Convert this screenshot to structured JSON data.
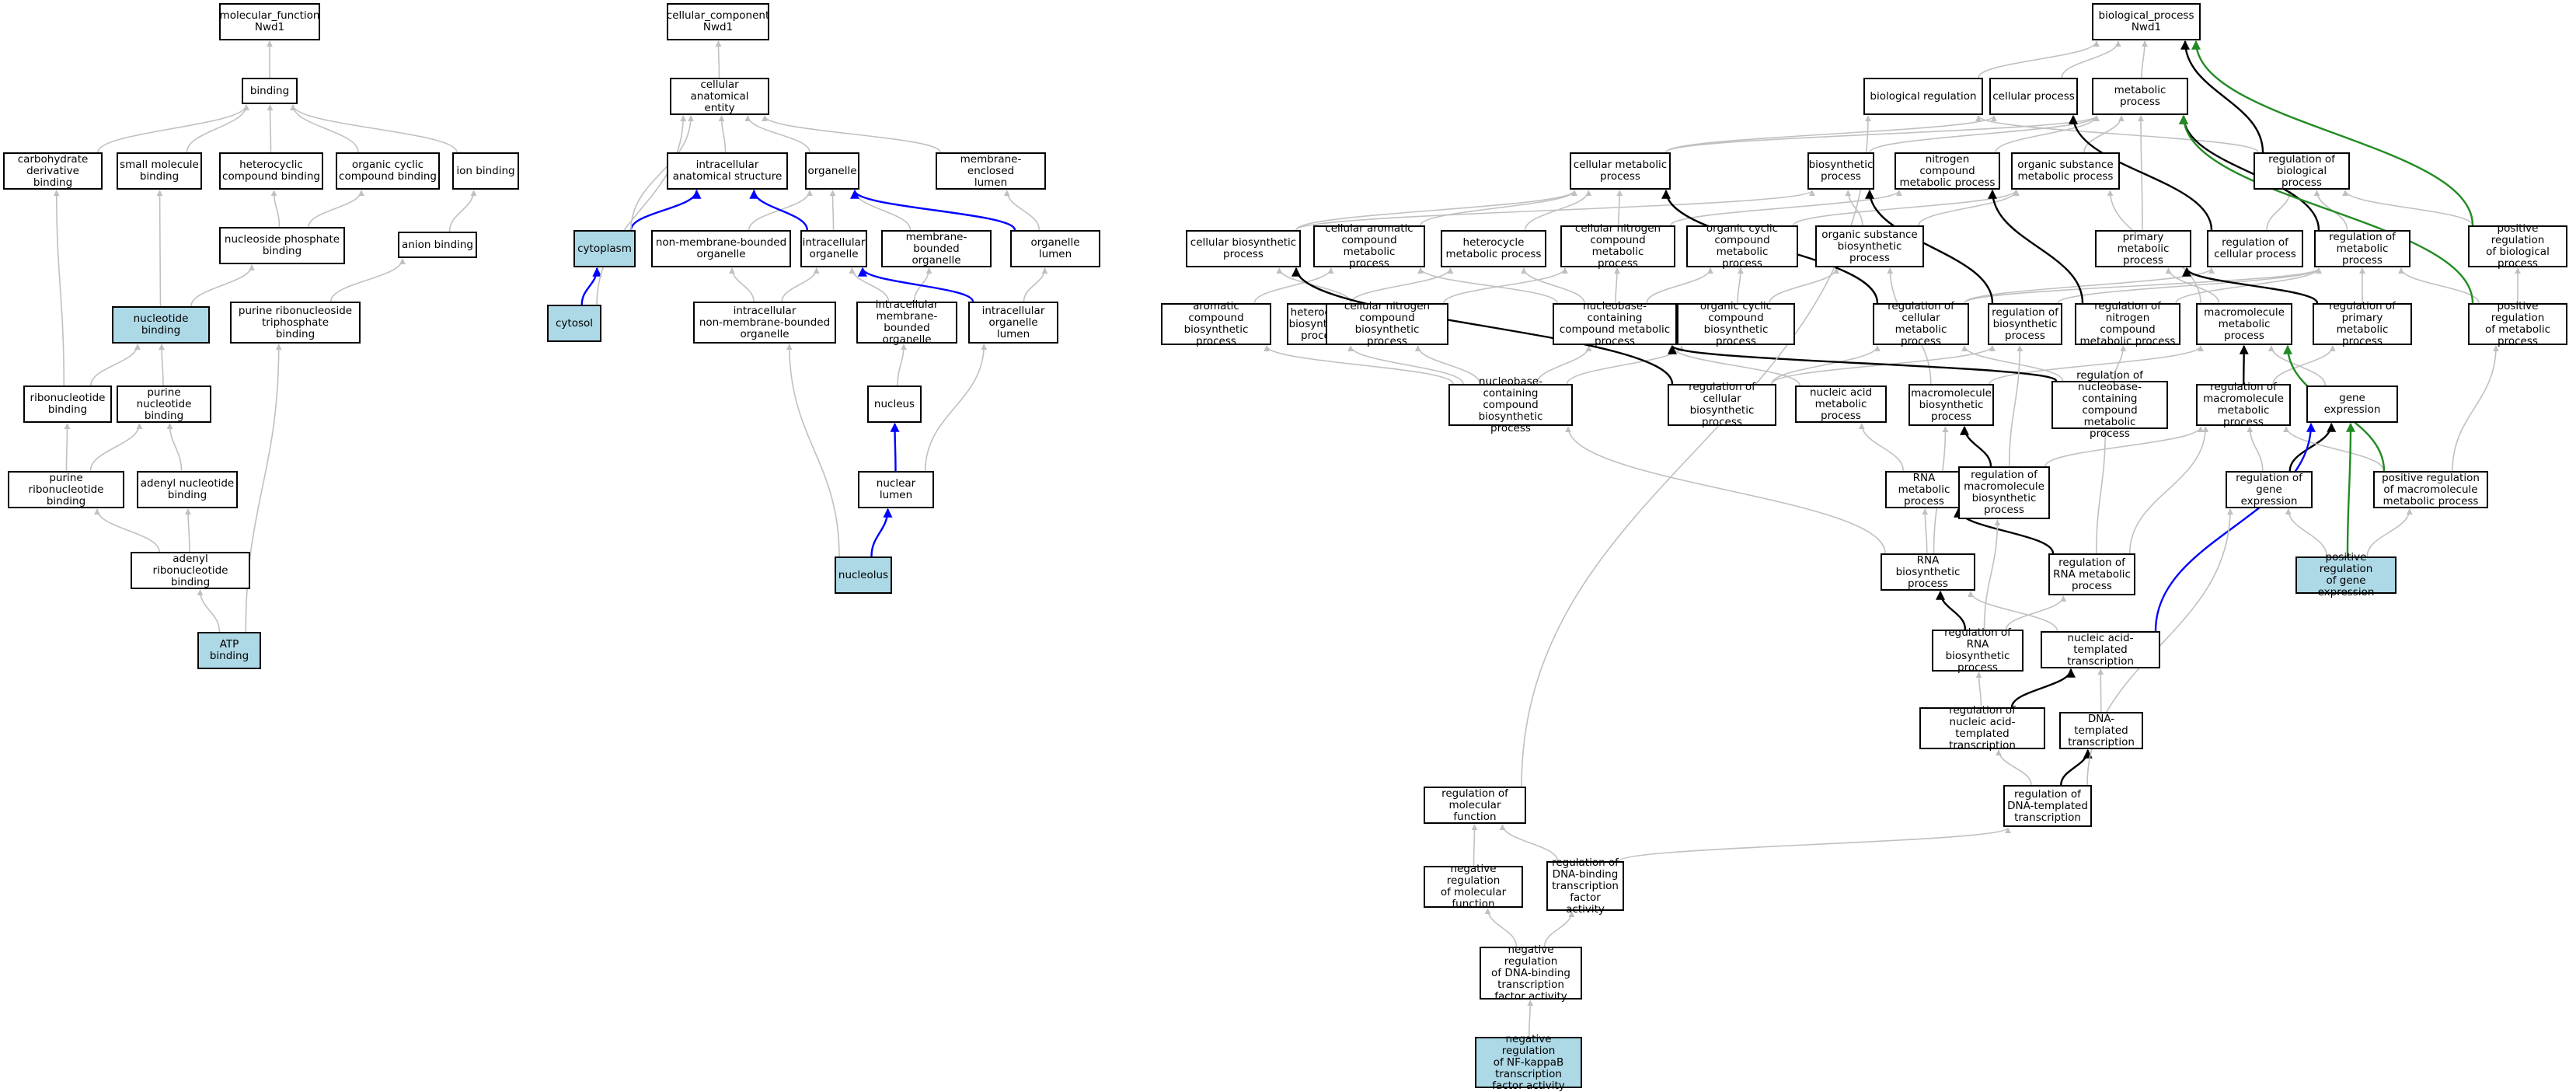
{
  "colors": {
    "gray": "#c0c0c0",
    "black": "#000000",
    "blue": "#0000ff",
    "green": "#228b22",
    "highlight": "#add8e6"
  },
  "nodes": {
    "mf_root": "molecular_function\nNwd1",
    "binding": "binding",
    "carb_deriv": "carbohydrate\nderivative binding",
    "small_mol": "small molecule\nbinding",
    "hetero_bind": "heterocyclic\ncompound binding",
    "org_cyc_bind": "organic cyclic\ncompound binding",
    "ion_bind": "ion binding",
    "nucphos_bind": "nucleoside phosphate\nbinding",
    "anion_bind": "anion binding",
    "nuc_bind": "nucleotide binding",
    "purine_ribonucleoside_tp": "purine ribonucleoside\ntriphosphate\nbinding",
    "ribonuc_bind": "ribonucleotide\nbinding",
    "purine_nuc_bind": "purine nucleotide\nbinding",
    "purine_ribonuc_bind": "purine ribonucleotide\nbinding",
    "adenyl_nuc_bind": "adenyl nucleotide\nbinding",
    "adenyl_ribonuc_bind": "adenyl ribonucleotide\nbinding",
    "atp_bind": "ATP binding",
    "cc_root": "cellular_component\nNwd1",
    "cell_anat": "cellular anatomical\nentity",
    "ic_anat": "intracellular\nanatomical structure",
    "organelle": "organelle",
    "mem_lumen": "membrane-enclosed\nlumen",
    "cytoplasm": "cytoplasm",
    "nonmem_org": "non-membrane-bounded\norganelle",
    "ic_org": "intracellular\norganelle",
    "mem_org": "membrane-bounded\norganelle",
    "org_lumen": "organelle lumen",
    "cytosol": "cytosol",
    "ic_nonmem_org": "intracellular\nnon-membrane-bounded\norganelle",
    "ic_mem_org": "intracellular\nmembrane-bounded\norganelle",
    "ic_org_lumen": "intracellular\norganelle lumen",
    "nucleus": "nucleus",
    "nuc_lumen": "nuclear lumen",
    "nucleolus": "nucleolus",
    "bp_root": "biological_process\nNwd1",
    "bio_reg": "biological regulation",
    "cell_proc": "cellular process",
    "met_proc": "metabolic process",
    "cell_met": "cellular metabolic\nprocess",
    "biosyn": "biosynthetic\nprocess",
    "n_met": "nitrogen compound\nmetabolic process",
    "org_sub_met": "organic substance\nmetabolic process",
    "reg_bio": "regulation of\nbiological process",
    "cell_biosyn": "cellular biosynthetic\nprocess",
    "cell_arom_met": "cellular aromatic\ncompound metabolic\nprocess",
    "het_met": "heterocycle\nmetabolic process",
    "cell_n_met": "cellular nitrogen\ncompound metabolic\nprocess",
    "org_cyc_met": "organic cyclic\ncompound metabolic\nprocess",
    "org_sub_biosyn": "organic substance\nbiosynthetic\nprocess",
    "prim_met": "primary metabolic\nprocess",
    "reg_cell": "regulation of\ncellular process",
    "reg_met": "regulation of\nmetabolic process",
    "pos_reg_bio": "positive regulation\nof biological\nprocess",
    "arom_biosyn": "aromatic compound\nbiosynthetic\nprocess",
    "het_biosyn": "heterocycle\nbiosynthetic\nprocess",
    "cell_n_biosyn": "cellular nitrogen\ncompound biosynthetic\nprocess",
    "nb_met": "nucleobase-containing\ncompound metabolic\nprocess",
    "org_cyc_biosyn": "organic cyclic\ncompound biosynthetic\nprocess",
    "reg_cell_met": "regulation of\ncellular metabolic\nprocess",
    "reg_biosyn": "regulation of\nbiosynthetic\nprocess",
    "reg_n_met": "regulation of\nnitrogen compound\nmetabolic process",
    "macro_met": "macromolecule\nmetabolic process",
    "reg_prim_met": "regulation of\nprimary metabolic\nprocess",
    "pos_reg_met": "positive regulation\nof metabolic\nprocess",
    "nb_biosyn": "nucleobase-containing\ncompound biosynthetic\nprocess",
    "reg_cell_biosyn": "regulation of\ncellular biosynthetic\nprocess",
    "na_met": "nucleic acid\nmetabolic process",
    "macro_biosyn": "macromolecule\nbiosynthetic\nprocess",
    "reg_nb_met": "regulation of\nnucleobase-containing\ncompound metabolic\nprocess",
    "reg_macro_met": "regulation of\nmacromolecule\nmetabolic process",
    "gene_expr": "gene expression",
    "rna_met": "RNA metabolic\nprocess",
    "reg_macro_biosyn": "regulation of\nmacromolecule\nbiosynthetic\nprocess",
    "reg_gene_expr": "regulation of\ngene expression",
    "pos_reg_macro_met": "positive regulation\nof macromolecule\nmetabolic process",
    "rna_biosyn": "RNA biosynthetic\nprocess",
    "reg_rna_met": "regulation of\nRNA metabolic\nprocess",
    "pos_reg_gene_expr": "positive regulation\nof gene expression",
    "reg_rna_biosyn": "regulation of\nRNA biosynthetic\nprocess",
    "na_transcr": "nucleic acid-templated\ntranscription",
    "reg_na_transcr": "regulation of\nnucleic acid-templated\ntranscription",
    "dna_transcr": "DNA-templated\ntranscription",
    "reg_mf": "regulation of\nmolecular function",
    "reg_dna_transcr": "regulation of\nDNA-templated\ntranscription",
    "neg_reg_mf": "negative regulation\nof molecular\nfunction",
    "reg_dbtf": "regulation of\nDNA-binding\ntranscription\nfactor activity",
    "neg_reg_dbtf": "negative regulation\nof DNA-binding\ntranscription\nfactor activity",
    "neg_reg_nfkb": "negative regulation\nof NF-kappaB\ntranscription\nfactor activity"
  },
  "highlighted": [
    "nuc_bind",
    "atp_bind",
    "cytoplasm",
    "cytosol",
    "nucleolus",
    "pos_reg_gene_expr",
    "neg_reg_nfkb"
  ],
  "edges": [
    [
      "binding",
      "mf_root",
      "gray"
    ],
    [
      "carb_deriv",
      "binding",
      "gray"
    ],
    [
      "small_mol",
      "binding",
      "gray"
    ],
    [
      "hetero_bind",
      "binding",
      "gray"
    ],
    [
      "org_cyc_bind",
      "binding",
      "gray"
    ],
    [
      "ion_bind",
      "binding",
      "gray"
    ],
    [
      "nucphos_bind",
      "hetero_bind",
      "gray"
    ],
    [
      "nucphos_bind",
      "org_cyc_bind",
      "gray"
    ],
    [
      "anion_bind",
      "ion_bind",
      "gray"
    ],
    [
      "nuc_bind",
      "nucphos_bind",
      "gray"
    ],
    [
      "nuc_bind",
      "small_mol",
      "gray"
    ],
    [
      "purine_ribonucleoside_tp",
      "anion_bind",
      "gray"
    ],
    [
      "ribonuc_bind",
      "nuc_bind",
      "gray"
    ],
    [
      "ribonuc_bind",
      "carb_deriv",
      "gray"
    ],
    [
      "purine_nuc_bind",
      "nuc_bind",
      "gray"
    ],
    [
      "purine_ribonuc_bind",
      "ribonuc_bind",
      "gray"
    ],
    [
      "purine_ribonuc_bind",
      "purine_nuc_bind",
      "gray"
    ],
    [
      "adenyl_nuc_bind",
      "purine_nuc_bind",
      "gray"
    ],
    [
      "adenyl_ribonuc_bind",
      "purine_ribonuc_bind",
      "gray"
    ],
    [
      "adenyl_ribonuc_bind",
      "adenyl_nuc_bind",
      "gray"
    ],
    [
      "atp_bind",
      "adenyl_ribonuc_bind",
      "gray"
    ],
    [
      "atp_bind",
      "purine_ribonucleoside_tp",
      "gray"
    ],
    [
      "cell_anat",
      "cc_root",
      "gray"
    ],
    [
      "ic_anat",
      "cell_anat",
      "gray"
    ],
    [
      "organelle",
      "cell_anat",
      "gray"
    ],
    [
      "mem_lumen",
      "cell_anat",
      "gray"
    ],
    [
      "cytoplasm",
      "ic_anat",
      "blue"
    ],
    [
      "cytoplasm",
      "cell_anat",
      "gray"
    ],
    [
      "nonmem_org",
      "organelle",
      "gray"
    ],
    [
      "ic_org",
      "organelle",
      "gray"
    ],
    [
      "ic_org",
      "ic_anat",
      "blue"
    ],
    [
      "mem_org",
      "organelle",
      "gray"
    ],
    [
      "org_lumen",
      "mem_lumen",
      "gray"
    ],
    [
      "org_lumen",
      "organelle",
      "blue"
    ],
    [
      "cytosol",
      "cytoplasm",
      "blue"
    ],
    [
      "cytosol",
      "cell_anat",
      "gray"
    ],
    [
      "ic_nonmem_org",
      "nonmem_org",
      "gray"
    ],
    [
      "ic_nonmem_org",
      "ic_org",
      "gray"
    ],
    [
      "ic_mem_org",
      "ic_org",
      "gray"
    ],
    [
      "ic_mem_org",
      "mem_org",
      "gray"
    ],
    [
      "ic_org_lumen",
      "org_lumen",
      "gray"
    ],
    [
      "ic_org_lumen",
      "ic_org",
      "blue"
    ],
    [
      "nucleus",
      "ic_mem_org",
      "gray"
    ],
    [
      "nuc_lumen",
      "nucleus",
      "blue"
    ],
    [
      "nuc_lumen",
      "ic_org_lumen",
      "gray"
    ],
    [
      "nucleolus",
      "nuc_lumen",
      "blue"
    ],
    [
      "nucleolus",
      "ic_nonmem_org",
      "gray"
    ],
    [
      "bio_reg",
      "bp_root",
      "gray"
    ],
    [
      "cell_proc",
      "bp_root",
      "gray"
    ],
    [
      "met_proc",
      "bp_root",
      "gray"
    ],
    [
      "cell_met",
      "cell_proc",
      "gray"
    ],
    [
      "cell_met",
      "met_proc",
      "gray"
    ],
    [
      "biosyn",
      "met_proc",
      "gray"
    ],
    [
      "n_met",
      "met_proc",
      "gray"
    ],
    [
      "org_sub_met",
      "met_proc",
      "gray"
    ],
    [
      "reg_bio",
      "bio_reg",
      "gray"
    ],
    [
      "reg_bio",
      "bp_root",
      "black"
    ],
    [
      "cell_biosyn",
      "cell_met",
      "gray"
    ],
    [
      "cell_biosyn",
      "biosyn",
      "gray"
    ],
    [
      "cell_arom_met",
      "cell_met",
      "gray"
    ],
    [
      "het_met",
      "cell_met",
      "gray"
    ],
    [
      "cell_n_met",
      "cell_met",
      "gray"
    ],
    [
      "cell_n_met",
      "n_met",
      "gray"
    ],
    [
      "org_cyc_met",
      "org_sub_met",
      "gray"
    ],
    [
      "org_sub_biosyn",
      "org_sub_met",
      "gray"
    ],
    [
      "org_sub_biosyn",
      "biosyn",
      "gray"
    ],
    [
      "prim_met",
      "met_proc",
      "gray"
    ],
    [
      "reg_cell",
      "reg_bio",
      "gray"
    ],
    [
      "reg_cell",
      "cell_proc",
      "black"
    ],
    [
      "reg_met",
      "reg_bio",
      "gray"
    ],
    [
      "reg_met",
      "met_proc",
      "black"
    ],
    [
      "pos_reg_bio",
      "reg_bio",
      "gray"
    ],
    [
      "pos_reg_bio",
      "bp_root",
      "green"
    ],
    [
      "arom_biosyn",
      "cell_arom_met",
      "gray"
    ],
    [
      "het_biosyn",
      "het_met",
      "gray"
    ],
    [
      "cell_n_biosyn",
      "cell_n_met",
      "gray"
    ],
    [
      "cell_n_biosyn",
      "cell_biosyn",
      "gray"
    ],
    [
      "nb_met",
      "cell_arom_met",
      "gray"
    ],
    [
      "nb_met",
      "het_met",
      "gray"
    ],
    [
      "nb_met",
      "cell_n_met",
      "gray"
    ],
    [
      "nb_met",
      "org_cyc_met",
      "gray"
    ],
    [
      "org_cyc_biosyn",
      "org_cyc_met",
      "gray"
    ],
    [
      "org_cyc_biosyn",
      "org_sub_biosyn",
      "gray"
    ],
    [
      "reg_cell_met",
      "reg_cell",
      "gray"
    ],
    [
      "reg_cell_met",
      "reg_met",
      "gray"
    ],
    [
      "reg_cell_met",
      "cell_met",
      "black"
    ],
    [
      "reg_biosyn",
      "reg_met",
      "gray"
    ],
    [
      "reg_biosyn",
      "biosyn",
      "black"
    ],
    [
      "reg_n_met",
      "reg_met",
      "gray"
    ],
    [
      "reg_n_met",
      "n_met",
      "black"
    ],
    [
      "macro_met",
      "prim_met",
      "gray"
    ],
    [
      "macro_met",
      "org_sub_met",
      "gray"
    ],
    [
      "reg_prim_met",
      "reg_met",
      "gray"
    ],
    [
      "reg_prim_met",
      "prim_met",
      "black"
    ],
    [
      "pos_reg_met",
      "reg_met",
      "gray"
    ],
    [
      "pos_reg_met",
      "pos_reg_bio",
      "gray"
    ],
    [
      "pos_reg_met",
      "met_proc",
      "green"
    ],
    [
      "nb_biosyn",
      "nb_met",
      "gray"
    ],
    [
      "nb_biosyn",
      "arom_biosyn",
      "gray"
    ],
    [
      "nb_biosyn",
      "het_biosyn",
      "gray"
    ],
    [
      "nb_biosyn",
      "cell_n_biosyn",
      "gray"
    ],
    [
      "nb_biosyn",
      "org_cyc_biosyn",
      "gray"
    ],
    [
      "reg_cell_biosyn",
      "reg_cell_met",
      "gray"
    ],
    [
      "reg_cell_biosyn",
      "reg_biosyn",
      "gray"
    ],
    [
      "reg_cell_biosyn",
      "cell_biosyn",
      "black"
    ],
    [
      "na_met",
      "nb_met",
      "gray"
    ],
    [
      "macro_biosyn",
      "macro_met",
      "gray"
    ],
    [
      "macro_biosyn",
      "org_sub_biosyn",
      "gray"
    ],
    [
      "reg_nb_met",
      "reg_cell_met",
      "gray"
    ],
    [
      "reg_nb_met",
      "reg_n_met",
      "gray"
    ],
    [
      "reg_nb_met",
      "nb_met",
      "black"
    ],
    [
      "reg_macro_met",
      "reg_prim_met",
      "gray"
    ],
    [
      "reg_macro_met",
      "macro_met",
      "black"
    ],
    [
      "gene_expr",
      "macro_met",
      "gray"
    ],
    [
      "rna_met",
      "na_met",
      "gray"
    ],
    [
      "reg_macro_biosyn",
      "reg_biosyn",
      "gray"
    ],
    [
      "reg_macro_biosyn",
      "reg_macro_met",
      "gray"
    ],
    [
      "reg_macro_biosyn",
      "macro_biosyn",
      "black"
    ],
    [
      "reg_gene_expr",
      "reg_macro_met",
      "gray"
    ],
    [
      "reg_gene_expr",
      "gene_expr",
      "black"
    ],
    [
      "pos_reg_macro_met",
      "reg_macro_met",
      "gray"
    ],
    [
      "pos_reg_macro_met",
      "pos_reg_met",
      "gray"
    ],
    [
      "pos_reg_macro_met",
      "macro_met",
      "green"
    ],
    [
      "rna_biosyn",
      "rna_met",
      "gray"
    ],
    [
      "rna_biosyn",
      "macro_biosyn",
      "gray"
    ],
    [
      "rna_biosyn",
      "nb_biosyn",
      "gray"
    ],
    [
      "reg_rna_met",
      "reg_nb_met",
      "gray"
    ],
    [
      "reg_rna_met",
      "reg_macro_met",
      "gray"
    ],
    [
      "reg_rna_met",
      "rna_met",
      "black"
    ],
    [
      "pos_reg_gene_expr",
      "reg_gene_expr",
      "gray"
    ],
    [
      "pos_reg_gene_expr",
      "pos_reg_macro_met",
      "gray"
    ],
    [
      "pos_reg_gene_expr",
      "gene_expr",
      "green"
    ],
    [
      "reg_rna_biosyn",
      "reg_rna_met",
      "gray"
    ],
    [
      "reg_rna_biosyn",
      "reg_macro_biosyn",
      "gray"
    ],
    [
      "reg_rna_biosyn",
      "rna_biosyn",
      "black"
    ],
    [
      "na_transcr",
      "rna_biosyn",
      "gray"
    ],
    [
      "na_transcr",
      "gene_expr",
      "blue"
    ],
    [
      "reg_na_transcr",
      "reg_rna_biosyn",
      "gray"
    ],
    [
      "reg_na_transcr",
      "na_transcr",
      "black"
    ],
    [
      "dna_transcr",
      "na_transcr",
      "gray"
    ],
    [
      "reg_mf",
      "bio_reg",
      "gray"
    ],
    [
      "reg_dna_transcr",
      "reg_na_transcr",
      "gray"
    ],
    [
      "reg_dna_transcr",
      "dna_transcr",
      "black"
    ],
    [
      "reg_dna_transcr",
      "reg_gene_expr",
      "gray"
    ],
    [
      "neg_reg_mf",
      "reg_mf",
      "gray"
    ],
    [
      "reg_dbtf",
      "reg_mf",
      "gray"
    ],
    [
      "reg_dbtf",
      "reg_dna_transcr",
      "gray"
    ],
    [
      "neg_reg_dbtf",
      "reg_dbtf",
      "gray"
    ],
    [
      "neg_reg_dbtf",
      "neg_reg_mf",
      "gray"
    ],
    [
      "neg_reg_nfkb",
      "neg_reg_dbtf",
      "gray"
    ]
  ]
}
